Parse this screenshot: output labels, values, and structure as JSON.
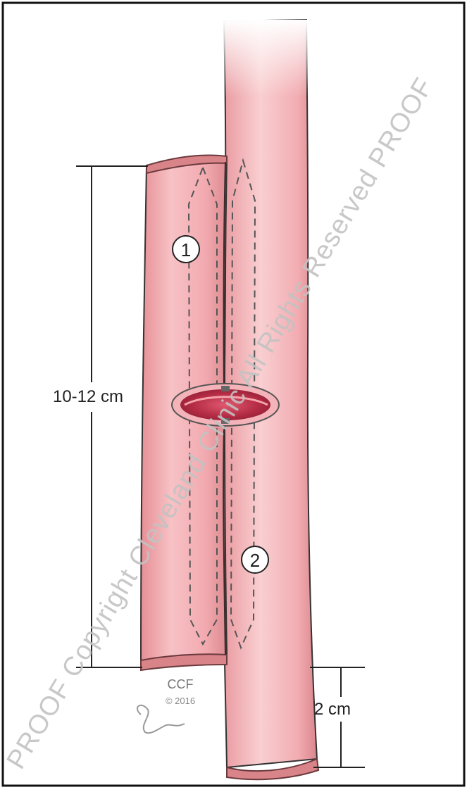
{
  "labels": {
    "length_label": "10-12 cm",
    "offset_label": "2 cm",
    "segment_1": "1",
    "segment_2": "2"
  },
  "credit": {
    "ccf": "CCF",
    "year": "© 2016"
  },
  "watermark": {
    "text": "PROOF Copyright Cleveland Clinic All Rights Reserved PROOF"
  },
  "colors": {
    "tissue": "#f3a9ad",
    "tissue_light": "#f9c9cb",
    "tissue_dark": "#d98489",
    "mucosa": "#c0394d",
    "line": "#222222",
    "watermark": "#bdbdbd"
  }
}
